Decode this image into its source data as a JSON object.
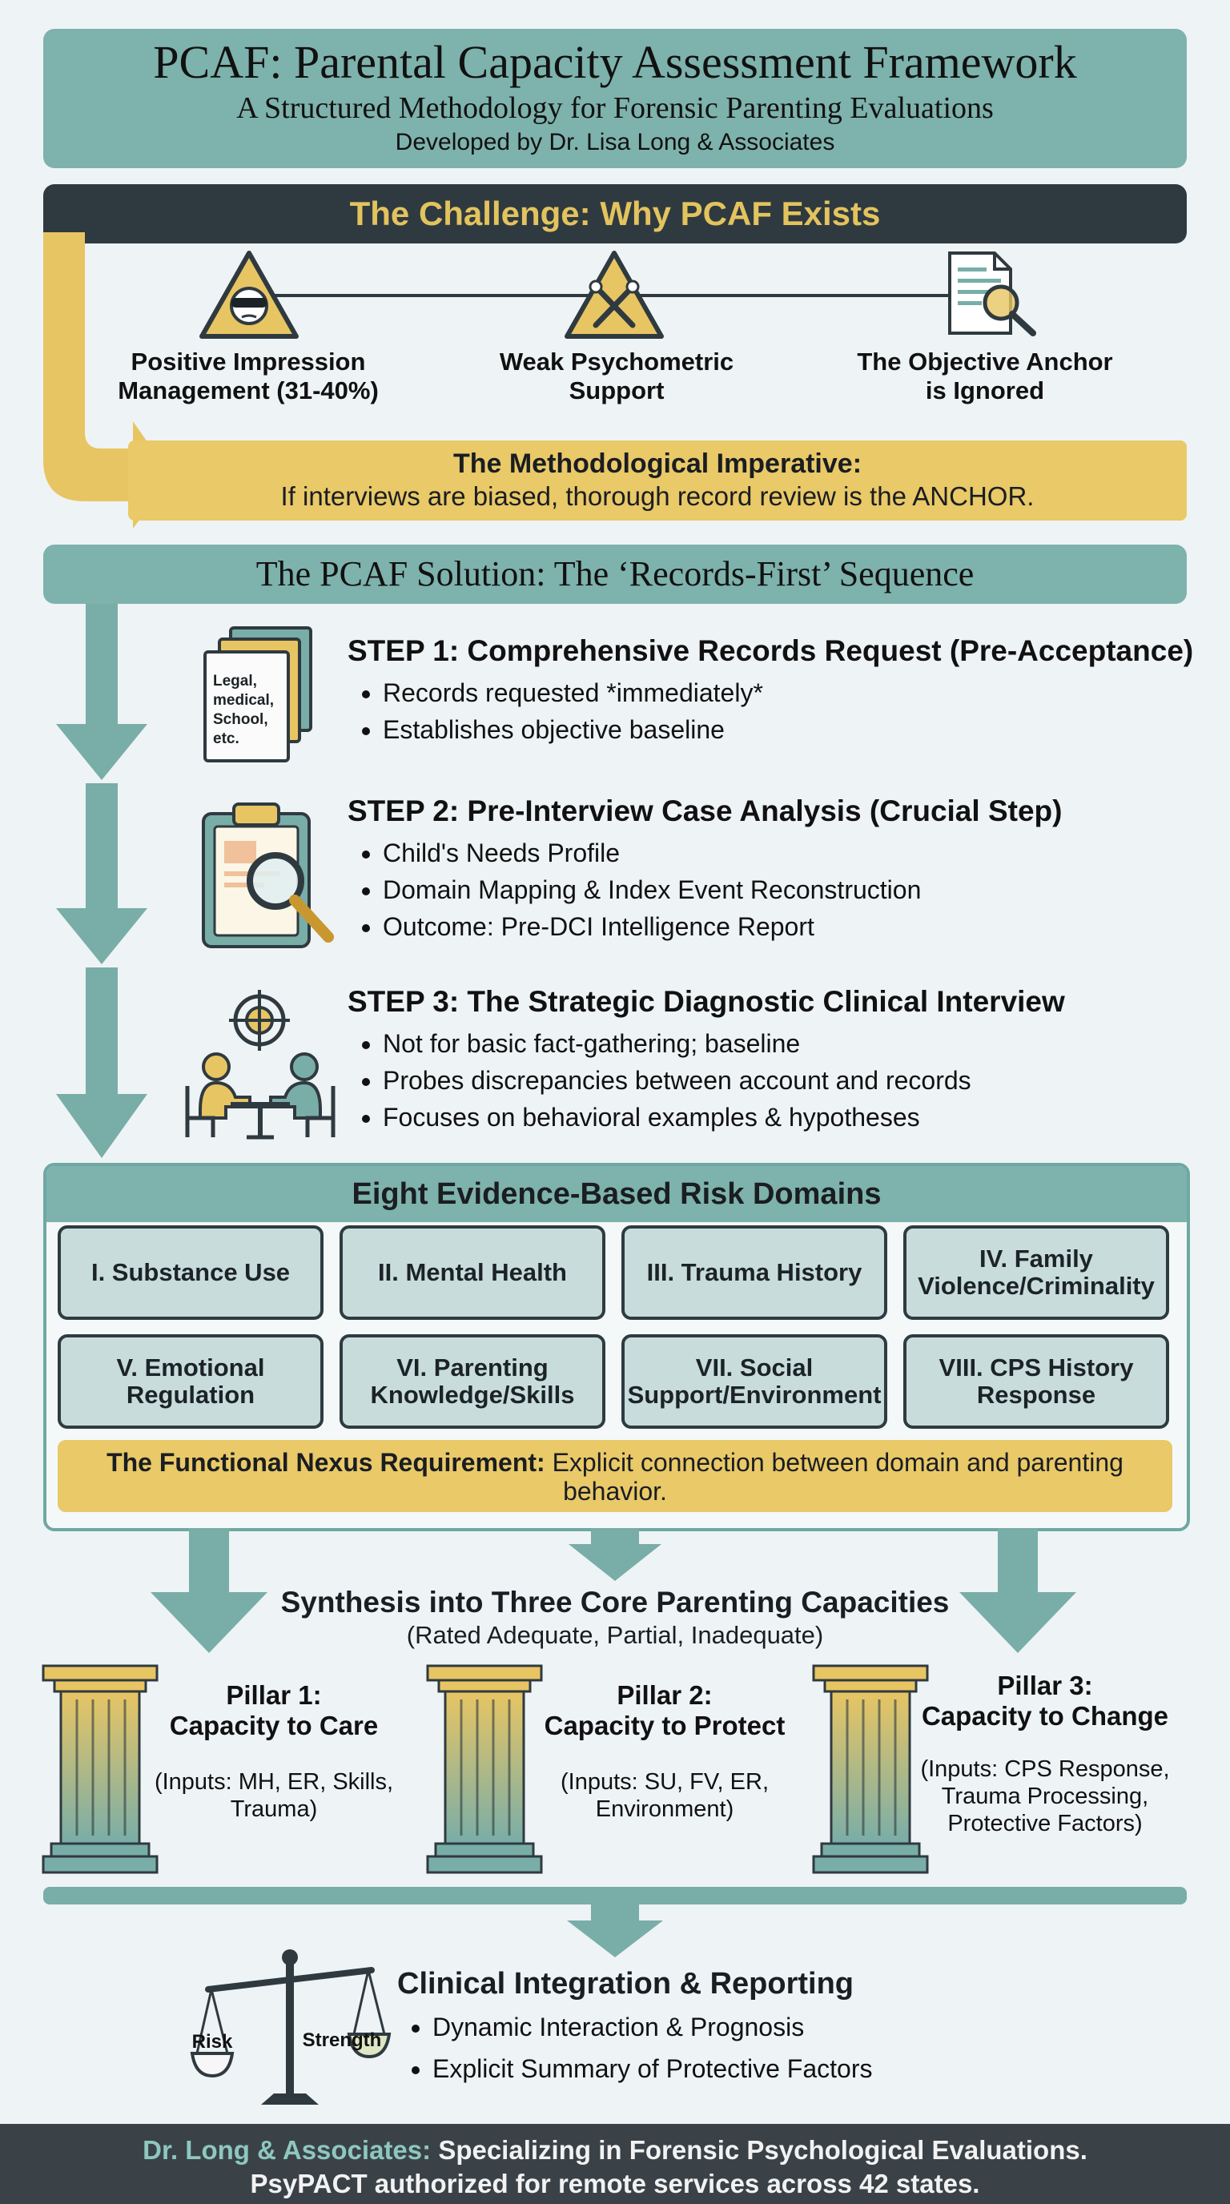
{
  "header": {
    "title": "PCAF: Parental Capacity Assessment Framework",
    "subtitle": "A Structured Methodology for Forensic Parenting Evaluations",
    "developer": "Developed by Dr. Lisa Long & Associates"
  },
  "challenge": {
    "title": "The Challenge: Why PCAF Exists",
    "issues": [
      {
        "label_line1": "Positive Impression",
        "label_line2": "Management (31-40%)",
        "icon": "masked-face-warning-icon"
      },
      {
        "label_line1": "Weak Psychometric",
        "label_line2": "Support",
        "icon": "broken-tools-warning-icon"
      },
      {
        "label_line1": "The Objective Anchor",
        "label_line2": "is Ignored",
        "icon": "document-magnifier-icon"
      }
    ],
    "imperative_title": "The Methodological Imperative:",
    "imperative_text": "If interviews are biased, thorough record review is the ANCHOR."
  },
  "solution": {
    "title": "The PCAF Solution: The ‘Records-First’ Sequence",
    "steps": [
      {
        "title": "STEP 1: Comprehensive Records Request (Pre-Acceptance)",
        "icon": "records-stack-icon",
        "icon_text": [
          "Legal,",
          "medical,",
          "School,",
          "etc."
        ],
        "bullets": [
          "Records requested *immediately*",
          "Establishes objective baseline"
        ]
      },
      {
        "title": "STEP 2: Pre-Interview Case Analysis (Crucial Step)",
        "icon": "clipboard-magnifier-icon",
        "bullets": [
          "Child's Needs Profile",
          "Domain Mapping & Index Event Reconstruction",
          "Outcome: Pre-DCI Intelligence Report"
        ]
      },
      {
        "title": "STEP 3: The Strategic Diagnostic Clinical Interview",
        "icon": "interview-target-icon",
        "bullets": [
          "Not for basic fact-gathering; baseline",
          "Probes discrepancies between account and records",
          "Focuses on behavioral examples & hypotheses"
        ]
      }
    ]
  },
  "domains": {
    "title": "Eight Evidence-Based Risk Domains",
    "items": [
      "I. Substance Use",
      "II. Mental Health",
      "III. Trauma History",
      "IV. Family Violence/Criminality",
      "V. Emotional Regulation",
      "VI. Parenting Knowledge/Skills",
      "VII. Social Support/Environment",
      "VIII. CPS History Response"
    ],
    "nexus_label": "The Functional Nexus Requirement:",
    "nexus_text": "Explicit connection between domain and parenting behavior."
  },
  "synthesis": {
    "title": "Synthesis into Three Core Parenting Capacities",
    "subtitle": "(Rated Adequate, Partial, Inadequate)",
    "pillars": [
      {
        "name_line1": "Pillar 1:",
        "name_line2": "Capacity to Care",
        "inputs_line1": "(Inputs: MH, ER, Skills,",
        "inputs_line2": "Trauma)",
        "inputs_line3": ""
      },
      {
        "name_line1": "Pillar 2:",
        "name_line2": "Capacity to Protect",
        "inputs_line1": "(Inputs: SU, FV, ER,",
        "inputs_line2": "Environment)",
        "inputs_line3": ""
      },
      {
        "name_line1": "Pillar 3:",
        "name_line2": "Capacity to Change",
        "inputs_line1": "(Inputs: CPS Response,",
        "inputs_line2": "Trauma Processing,",
        "inputs_line3": "Protective Factors)"
      }
    ]
  },
  "integration": {
    "title": "Clinical Integration & Reporting",
    "scale_left": "Risk",
    "scale_right": "Strength",
    "bullets": [
      "Dynamic Interaction & Prognosis",
      "Explicit Summary of Protective Factors"
    ]
  },
  "footer": {
    "brand": "Dr. Long & Associates:",
    "line1": "Specializing in Forensic Psychological Evaluations.",
    "line2": "PsyPACT authorized for remote services across 42 states."
  },
  "colors": {
    "teal": "#7eb2ac",
    "gold": "#e9c968",
    "dark": "#2f3a40",
    "background": "#eef3f5"
  }
}
